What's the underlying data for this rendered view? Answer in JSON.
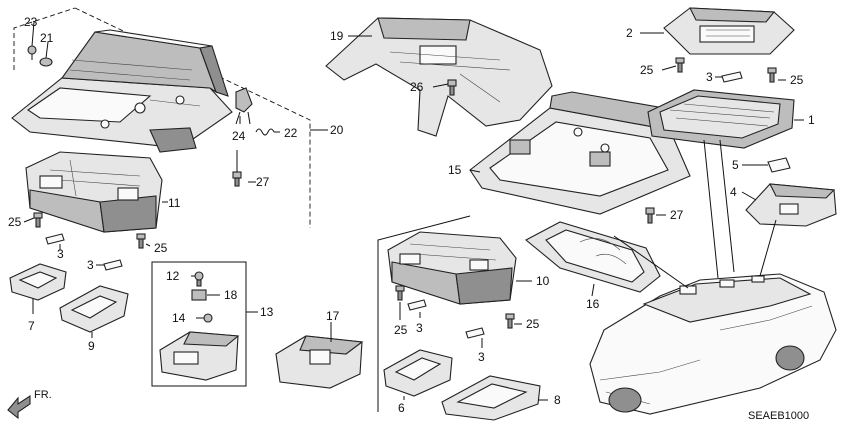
{
  "diagram": {
    "code": "SEAEB1000",
    "direction": "FR.",
    "callouts": {
      "p1": "1",
      "p2": "2",
      "p3a": "3",
      "p3b": "3",
      "p3c": "3",
      "p3d": "3",
      "p3e": "3",
      "p4": "4",
      "p5": "5",
      "p6": "6",
      "p7": "7",
      "p8": "8",
      "p9": "9",
      "p10": "10",
      "p11": "11",
      "p12": "12",
      "p13": "13",
      "p14": "14",
      "p15": "15",
      "p16": "16",
      "p17": "17",
      "p18": "18",
      "p19": "19",
      "p20": "20",
      "p21": "21",
      "p22": "22",
      "p23": "23",
      "p24": "24",
      "p25a": "25",
      "p25b": "25",
      "p25c": "25",
      "p25d": "25",
      "p25e": "25",
      "p25f": "25",
      "p26": "26",
      "p27a": "27",
      "p27b": "27"
    }
  }
}
